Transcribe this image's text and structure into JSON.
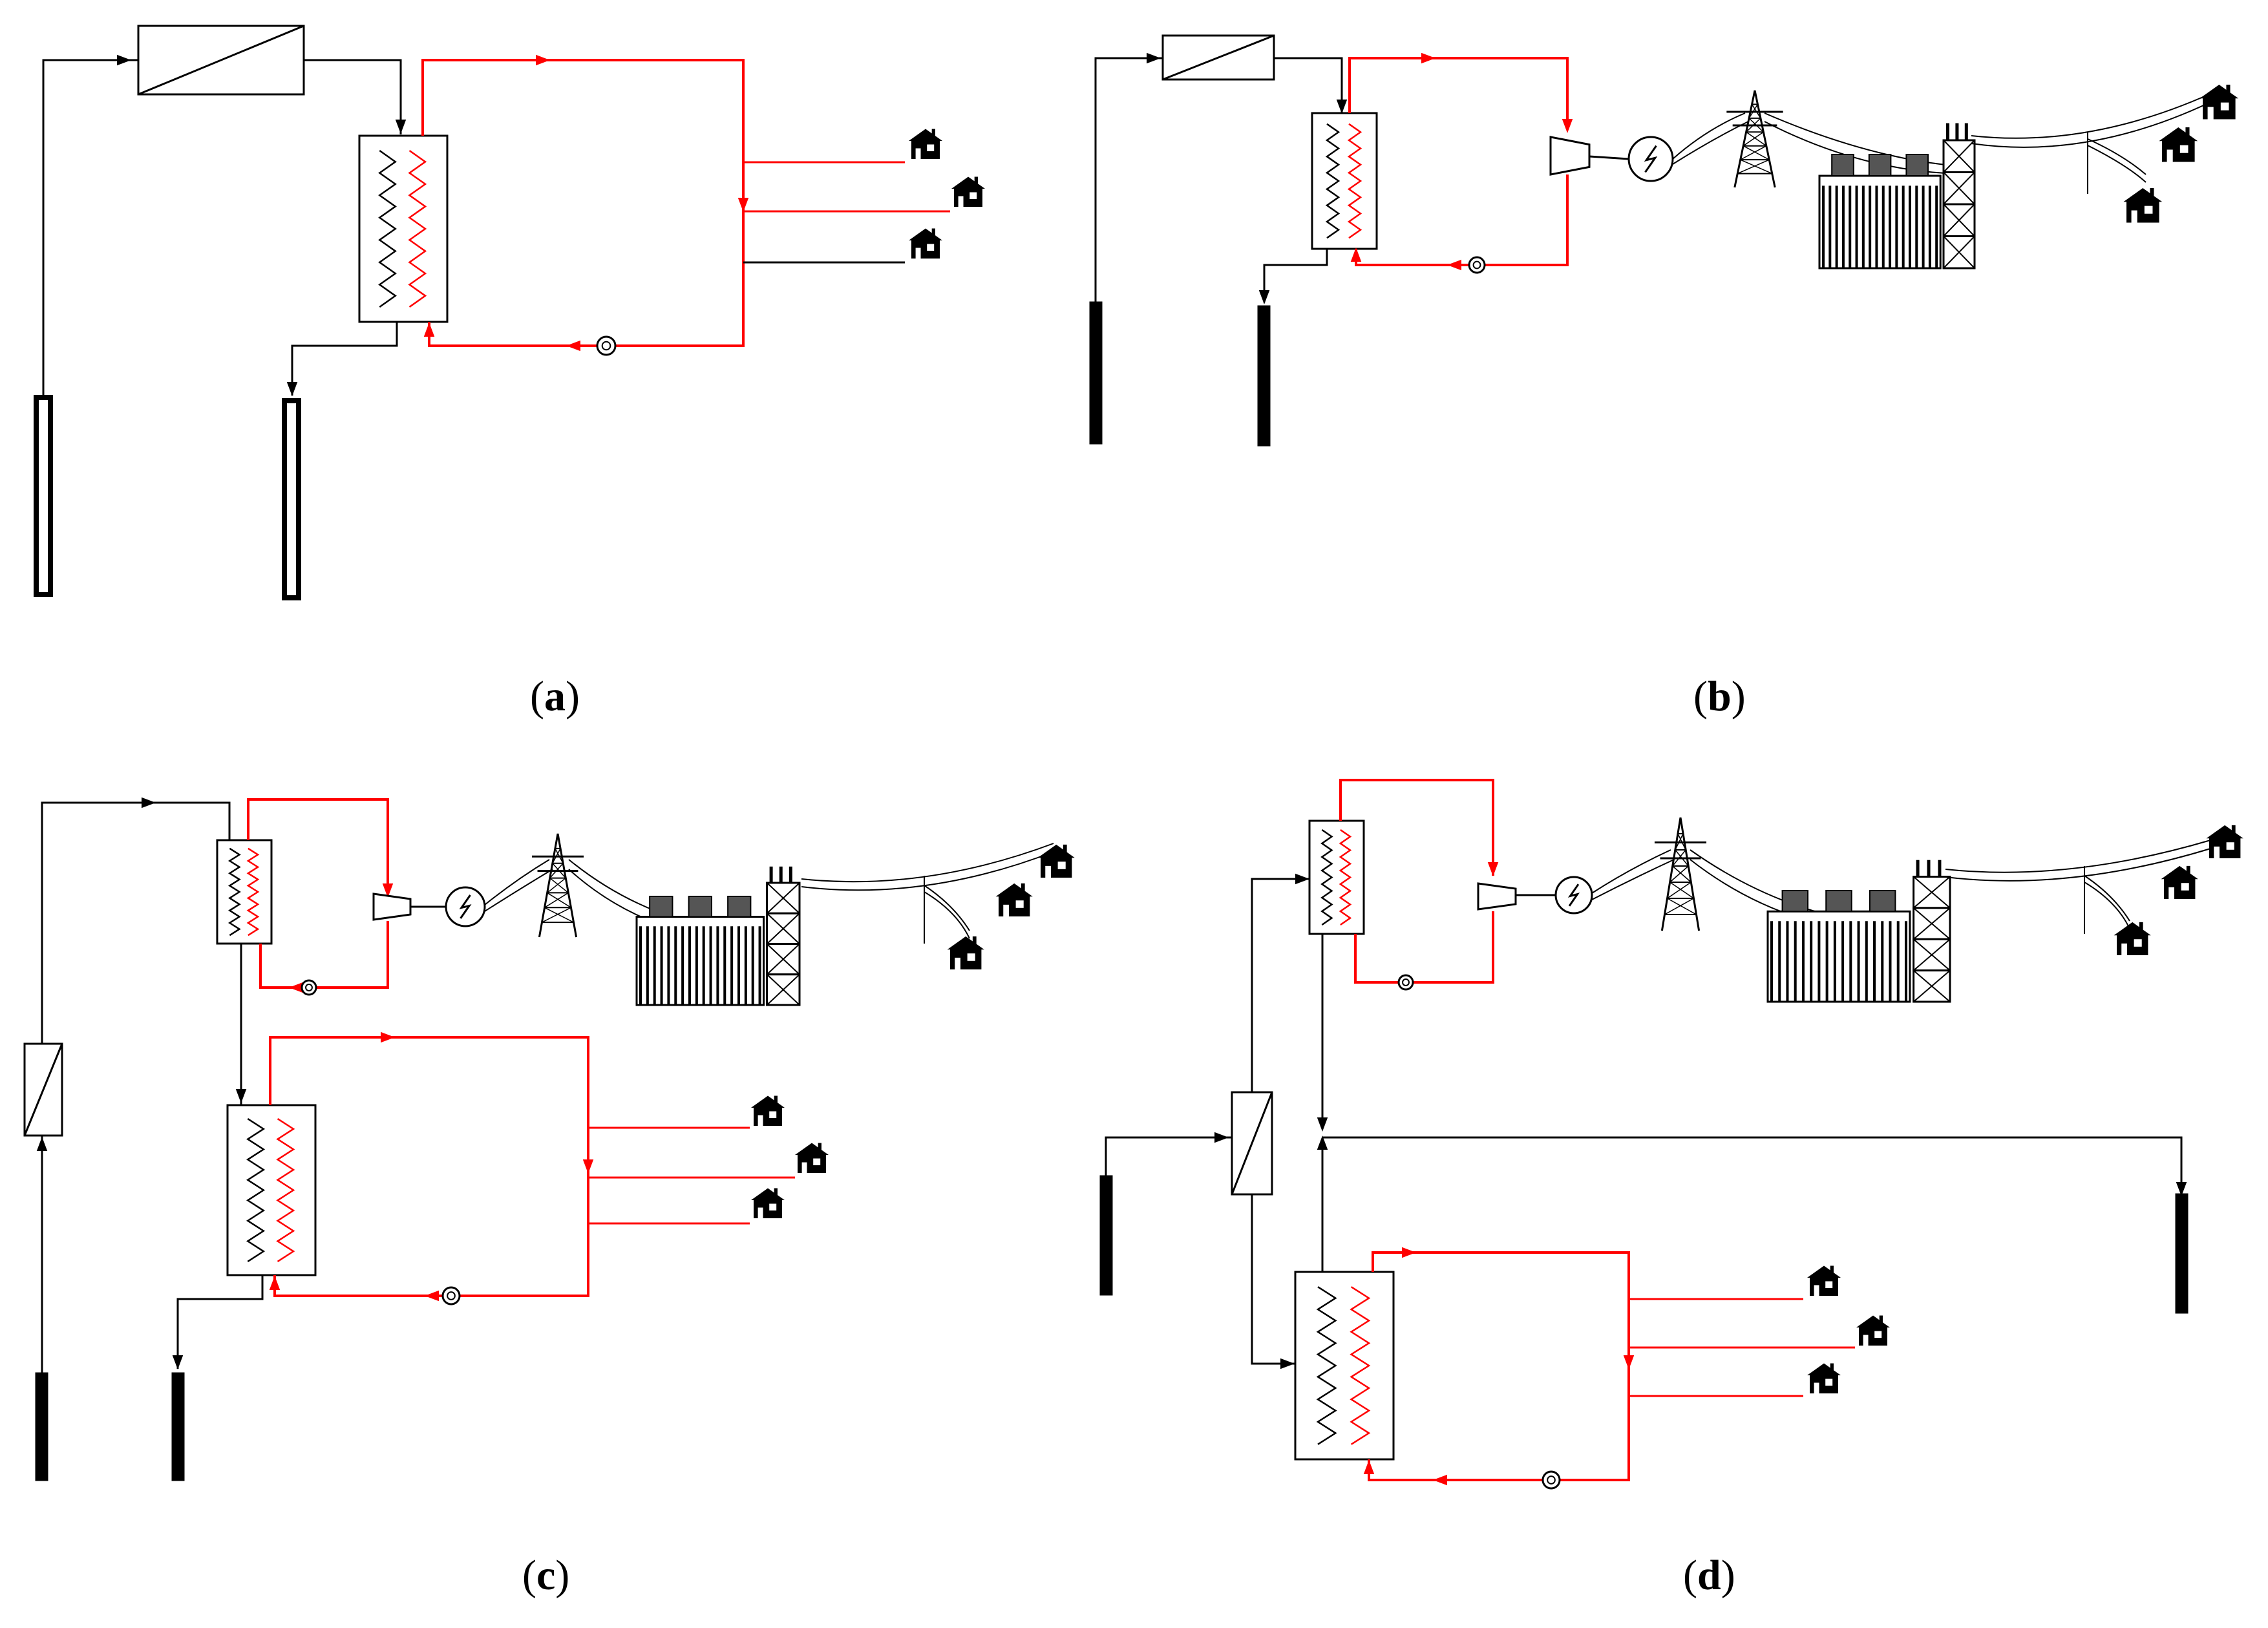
{
  "colors": {
    "hot": "#ff0000",
    "cold": "#000000",
    "background": "#ffffff"
  },
  "icons": [
    "well-icon",
    "filter-icon",
    "heat-exchanger-icon",
    "pump-icon",
    "turbine-icon",
    "generator-icon",
    "transmission-tower-icon",
    "substation-icon",
    "power-line-icon",
    "house-icon"
  ],
  "panels": [
    {
      "id": "a",
      "caption": "a",
      "type": "direct-heat"
    },
    {
      "id": "b",
      "caption": "b",
      "type": "power"
    },
    {
      "id": "c",
      "caption": "c",
      "type": "cascade-power-heat"
    },
    {
      "id": "d",
      "caption": "d",
      "type": "parallel-power-heat"
    }
  ],
  "caption_open": "(",
  "caption_close": ")"
}
